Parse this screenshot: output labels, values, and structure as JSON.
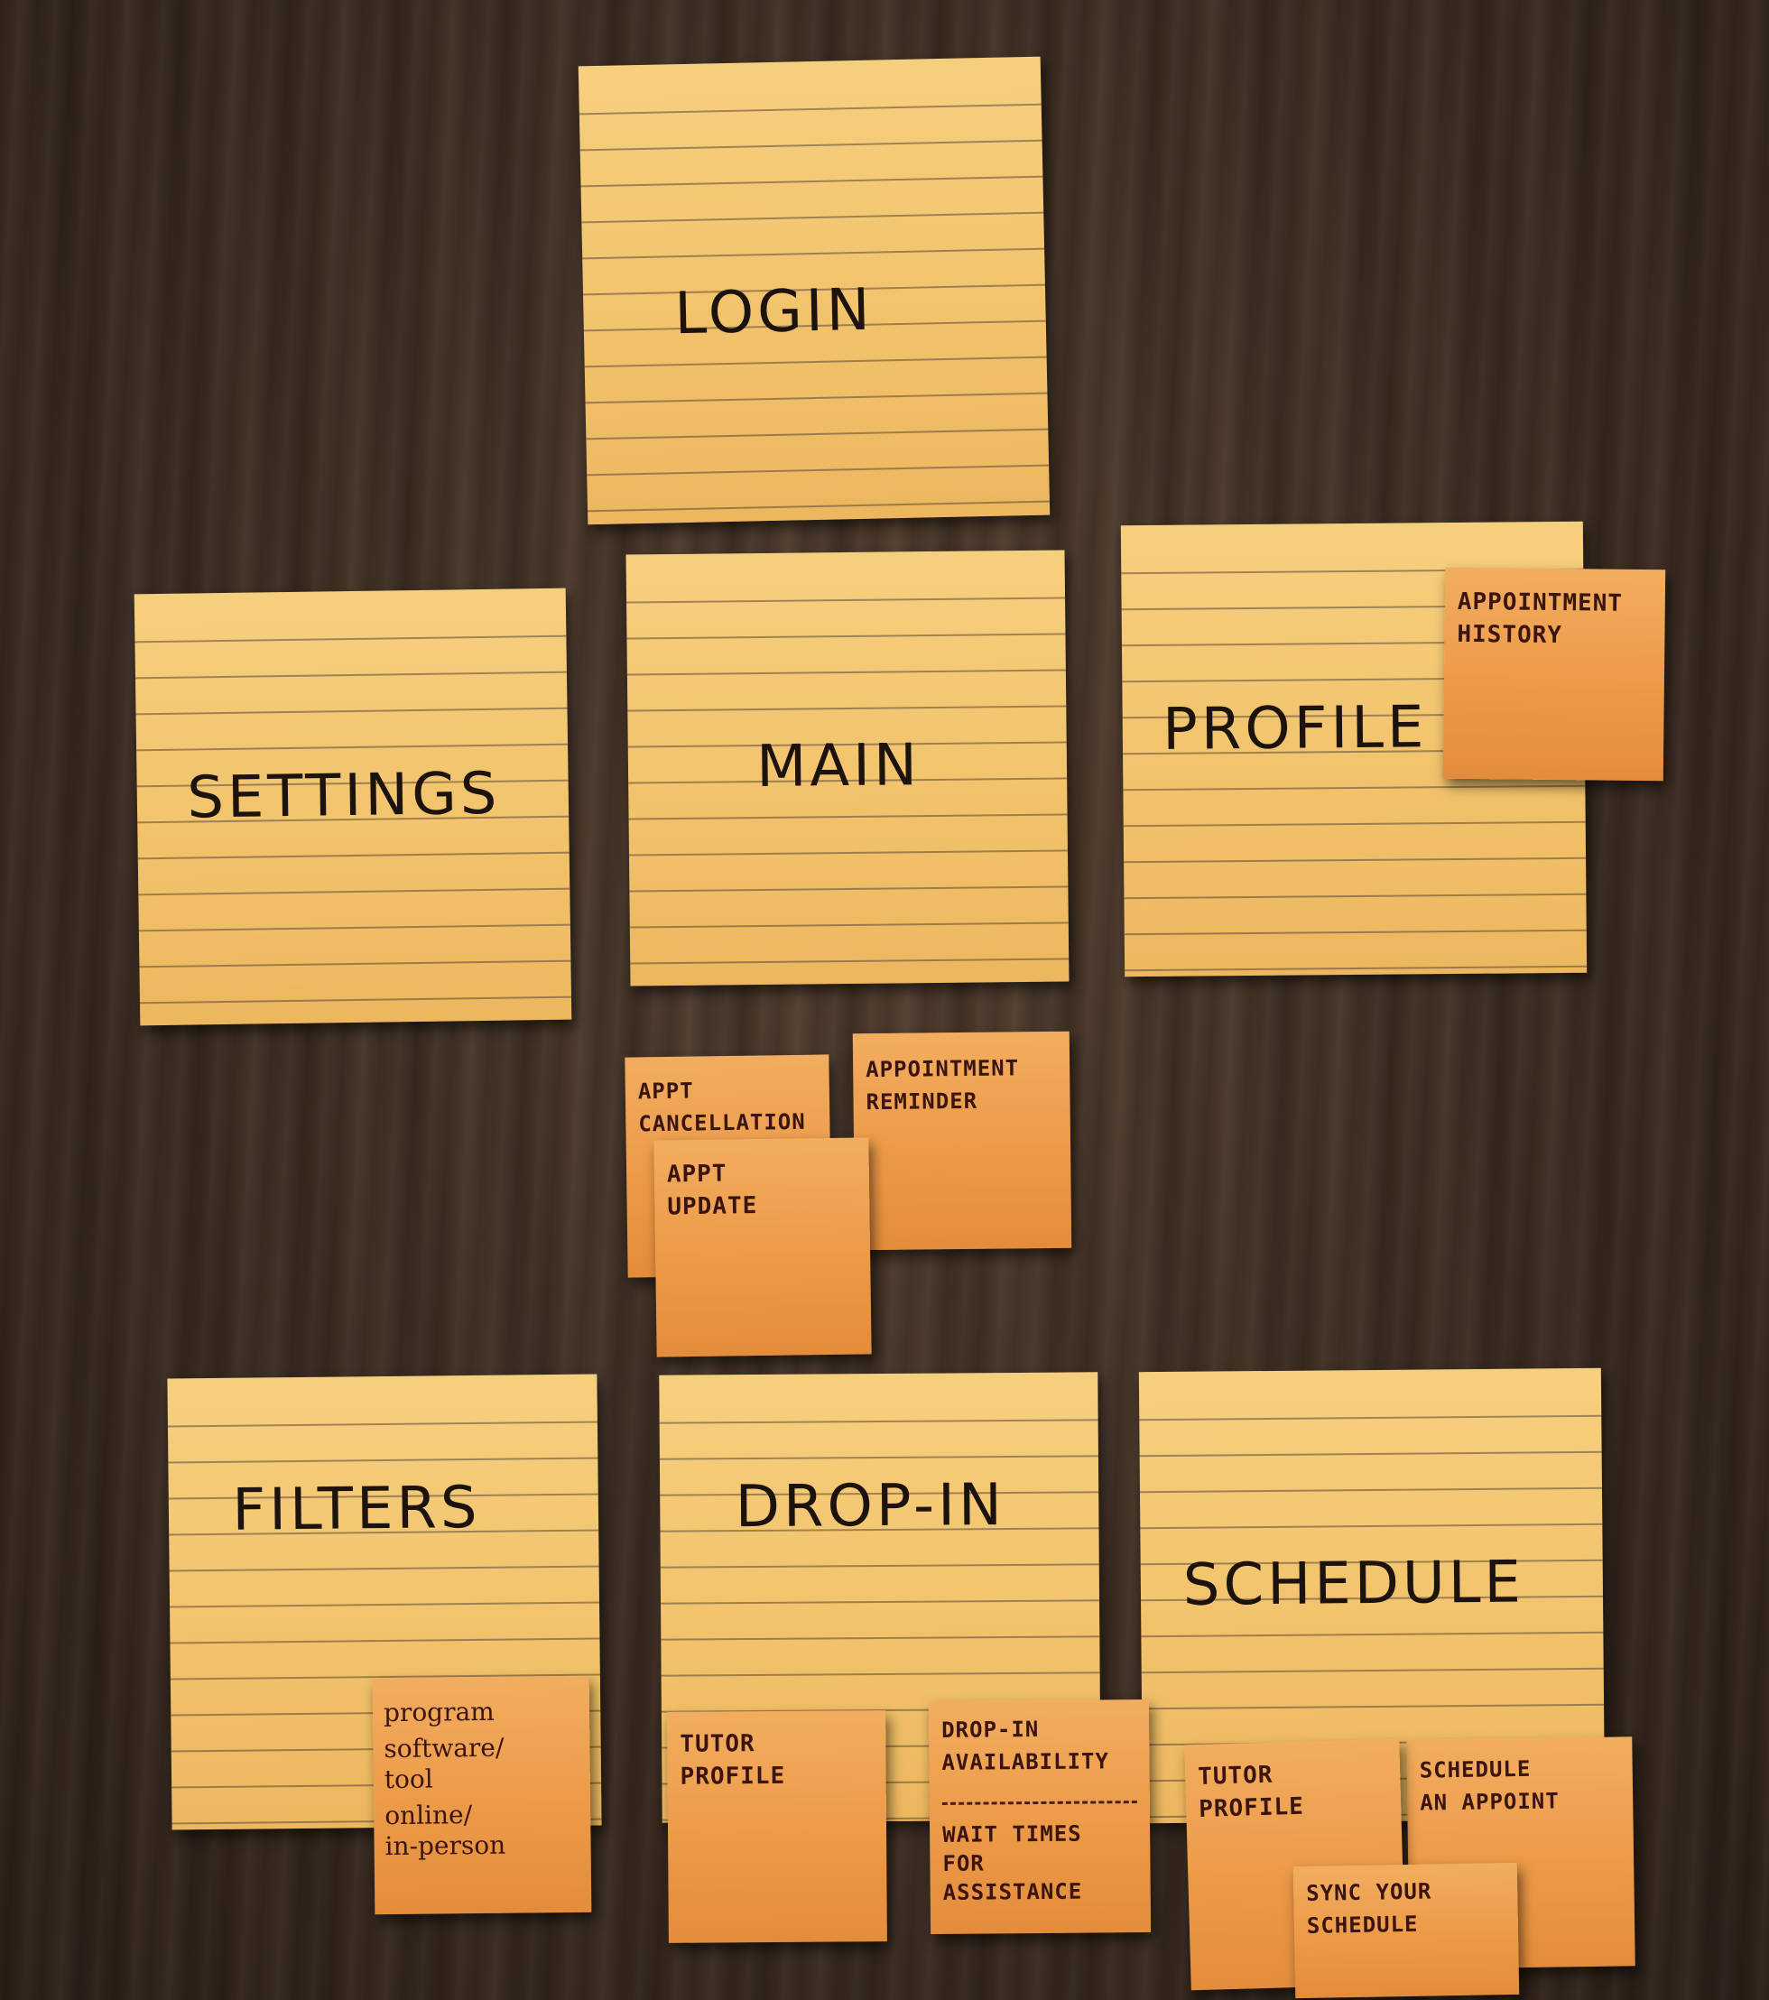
{
  "notes": {
    "login": "LOGIN",
    "settings": "SETTINGS",
    "main": "MAIN",
    "profile": "PROFILE",
    "filters": "FILTERS",
    "drop_in": "DROP-IN",
    "schedule": "SCHEDULE"
  },
  "sub_notes": {
    "appointment_history": "APPOINTMENT\nHISTORY",
    "appt_cancellation": "APPT\nCANCELLATION",
    "appt_update": "APPT\nUPDATE",
    "appointment_reminder": "APPOINTMENT\nREMINDER",
    "filters_list": [
      "program",
      "software/\ntool",
      "online/\nin-person"
    ],
    "tutor_profile_dropin": "TUTOR\nPROFILE",
    "dropin_availability": "DROP-IN\nAVAILABILITY",
    "wait_times": "WAIT TIMES\nFOR\nASSISTANCE",
    "tutor_profile_schedule": "TUTOR\nPROFILE",
    "schedule_appoint": "SCHEDULE\nAN APPOINT",
    "sync_schedule": "SYNC YOUR\nSCHEDULE"
  },
  "colors": {
    "big_note": "#f1c26a",
    "small_note": "#ec9a48",
    "ink": "#1c120e",
    "table": "#3f3025"
  }
}
